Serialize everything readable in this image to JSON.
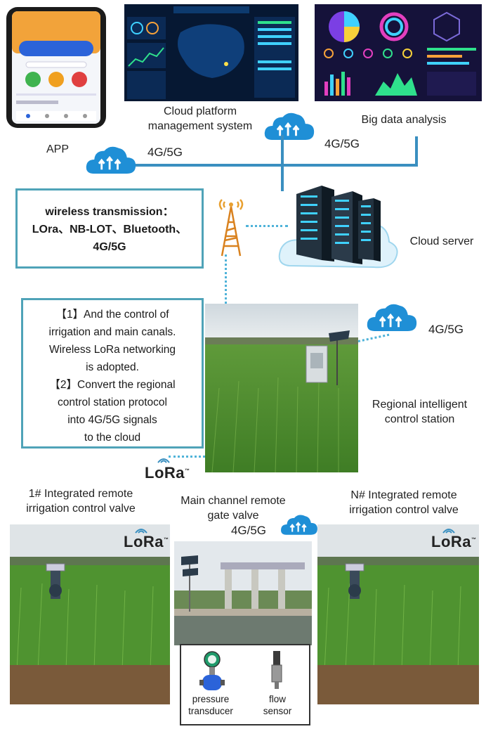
{
  "labels": {
    "app": "APP",
    "cloud_platform_line1": "Cloud platform",
    "cloud_platform_line2": "management system",
    "big_data": "Big data analysis",
    "net_left": "4G/5G",
    "net_right": "4G/5G",
    "cloud_server": "Cloud server",
    "station_net": "4G/5G",
    "regional_line1": "Regional intelligent",
    "regional_line2": "control station",
    "valve1_line1": "1# Integrated remote",
    "valve1_line2": "irrigation control valve",
    "main_gate_line1": "Main channel remote",
    "main_gate_line2": "gate valve",
    "gate_net": "4G/5G",
    "valveN_line1": "N# Integrated remote",
    "valveN_line2": "irrigation control valve",
    "pressure_line1": "pressure",
    "pressure_line2": "transducer",
    "flow_line1": "flow",
    "flow_line2": "sensor",
    "lora_logo": "LoRa"
  },
  "wireless_box": {
    "line1": "wireless transmission：",
    "line2": "LOra、NB-LOT、Bluetooth、",
    "line3": "4G/5G"
  },
  "control_box": {
    "line1": "【1】And the control of",
    "line2": "irrigation and main canals.",
    "line3": "Wireless LoRa networking",
    "line4": "is adopted.",
    "line5": "【2】Convert the regional",
    "line6": "control station protocol",
    "line7": "into 4G/5G signals",
    "line8": "to the cloud"
  },
  "colors": {
    "box_border": "#4fa3b8",
    "link_line": "#3a8fc0",
    "dotted_link": "#4fb3d9",
    "cloud": "#1f8fd6"
  }
}
